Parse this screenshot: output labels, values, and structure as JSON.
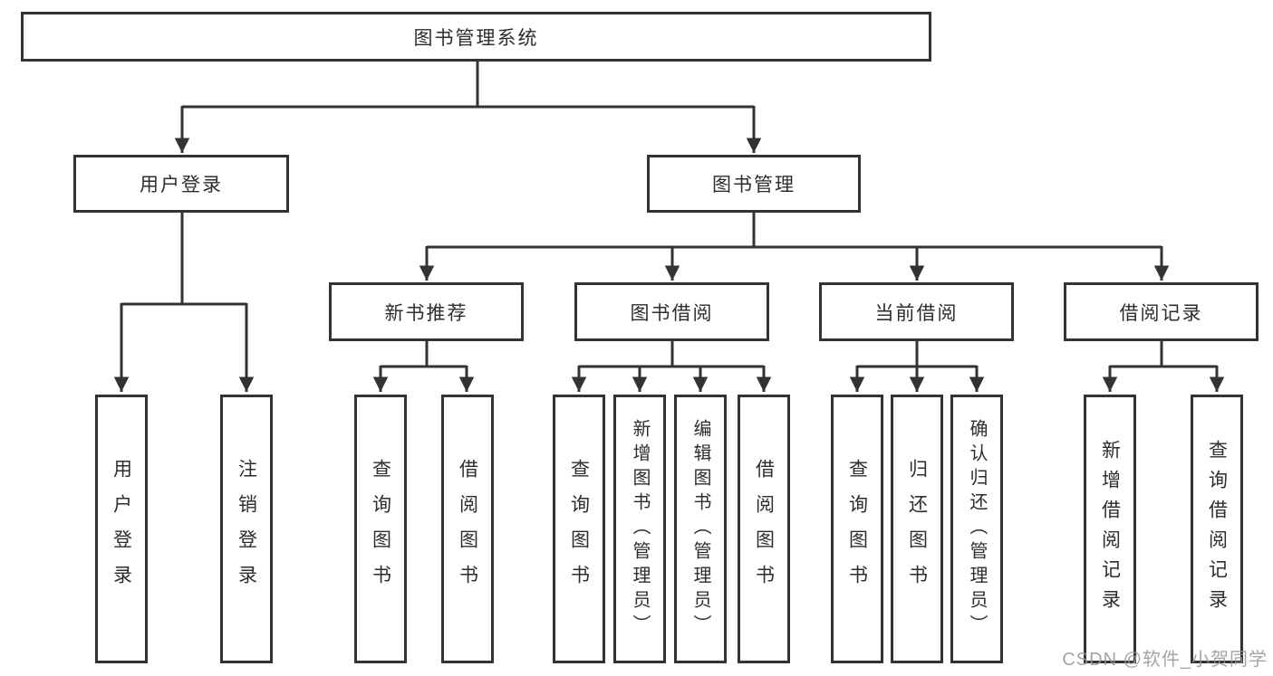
{
  "diagram": {
    "title_node": "图书管理系统",
    "tree": {
      "root": {
        "label": "图书管理系统",
        "children": [
          {
            "label": "用户登录",
            "children": [
              {
                "label": "用户登录"
              },
              {
                "label": "注销登录"
              }
            ]
          },
          {
            "label": "图书管理",
            "children": [
              {
                "label": "新书推荐",
                "children": [
                  {
                    "label": "查询图书"
                  },
                  {
                    "label": "借阅图书"
                  }
                ]
              },
              {
                "label": "图书借阅",
                "children": [
                  {
                    "label": "查询图书"
                  },
                  {
                    "label": "新增图书（管理员）"
                  },
                  {
                    "label": "编辑图书（管理员）"
                  },
                  {
                    "label": "借阅图书"
                  }
                ]
              },
              {
                "label": "当前借阅",
                "children": [
                  {
                    "label": "查询图书"
                  },
                  {
                    "label": "归还图书"
                  },
                  {
                    "label": "确认归还（管理员）"
                  }
                ]
              },
              {
                "label": "借阅记录",
                "children": [
                  {
                    "label": "新增借阅记录"
                  },
                  {
                    "label": "查询借阅记录"
                  }
                ]
              }
            ]
          }
        ]
      }
    },
    "colors": {
      "line": "#333333",
      "box_border": "#333333",
      "box_background": "#ffffff",
      "watermark": "#949494"
    }
  },
  "watermark": {
    "text": "CSDN @软件_小贺同学"
  }
}
